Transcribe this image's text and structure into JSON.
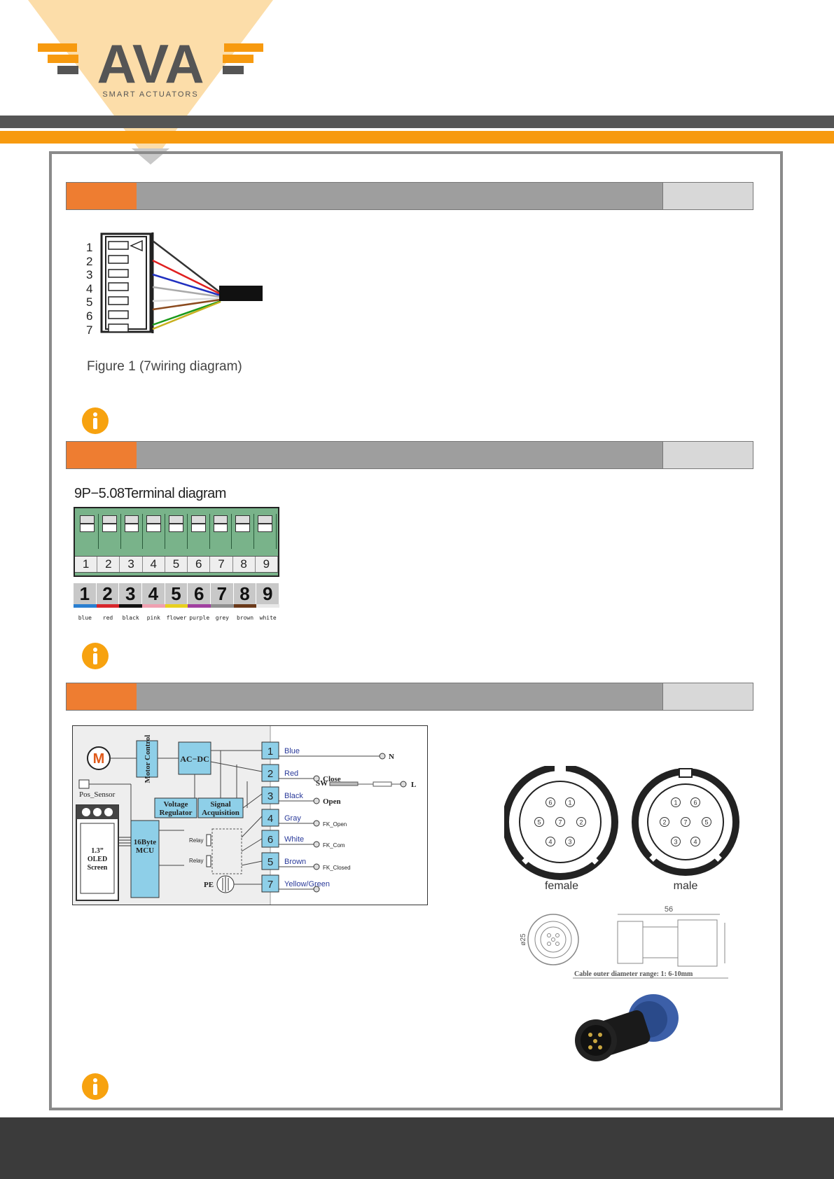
{
  "logo": {
    "text": "AVA",
    "tagline": "SMART ACTUATORS"
  },
  "colors": {
    "accent_orange": "#f79a0f",
    "section_orange": "#ee7d31",
    "header_gray": "#555555"
  },
  "icons": [
    "info-icon"
  ],
  "section1": {
    "pins": [
      "1",
      "2",
      "3",
      "4",
      "5",
      "6",
      "7"
    ],
    "caption": "Figure 1 (7wiring diagram)"
  },
  "section2": {
    "title": "9P−5.08Terminal diagram",
    "terminals": [
      "1",
      "2",
      "3",
      "4",
      "5",
      "6",
      "7",
      "8",
      "9"
    ],
    "wires": [
      {
        "num": "1",
        "color": "blue",
        "hex": "#2a7fd1"
      },
      {
        "num": "2",
        "color": "red",
        "hex": "#d8262b"
      },
      {
        "num": "3",
        "color": "black",
        "hex": "#111111"
      },
      {
        "num": "4",
        "color": "pink",
        "hex": "#f0a0b0"
      },
      {
        "num": "5",
        "color": "flower",
        "hex": "#e8d020"
      },
      {
        "num": "6",
        "color": "purple",
        "hex": "#a040a0"
      },
      {
        "num": "7",
        "color": "grey",
        "hex": "#909090"
      },
      {
        "num": "8",
        "color": "brown",
        "hex": "#6b3a1a"
      },
      {
        "num": "9",
        "color": "white",
        "hex": "#e8e8e8"
      }
    ]
  },
  "section3": {
    "blocks": {
      "motor": "M",
      "motor_control": "Motor Control",
      "acdc": "AC−DC",
      "pos_sensor": "Pos_Sensor",
      "voltage_regulator": "Voltage Regulator",
      "signal_acquisition": "Signal Acquisition",
      "mcu": "16Byte MCU",
      "oled": "1.3” OLED Screen",
      "relay": "Relay",
      "pe": "PE",
      "sw": "SW"
    },
    "terminals": [
      {
        "num": "1",
        "wire": "Blue",
        "end": "N"
      },
      {
        "num": "2",
        "wire": "Red",
        "end": "Close"
      },
      {
        "num": "3",
        "wire": "Black",
        "end": "Open"
      },
      {
        "num": "4",
        "wire": "Gray",
        "end": "FK_Open"
      },
      {
        "num": "6",
        "wire": "White",
        "end": "FK_Com"
      },
      {
        "num": "5",
        "wire": "Brown",
        "end": "FK_Closed"
      },
      {
        "num": "7",
        "wire": "Yellow/Green",
        "end": ""
      }
    ],
    "l_label": "L",
    "connector": {
      "female_label": "female",
      "male_label": "male",
      "female_pins": [
        "6",
        "1",
        "5",
        "7",
        "2",
        "4",
        "3"
      ],
      "male_pins": [
        "1",
        "6",
        "2",
        "7",
        "5",
        "3",
        "4"
      ],
      "dim_length": "56",
      "dim_diameter": "ø25",
      "cable_range": "Cable outer  diameter range: 1: 6-10mm"
    }
  }
}
